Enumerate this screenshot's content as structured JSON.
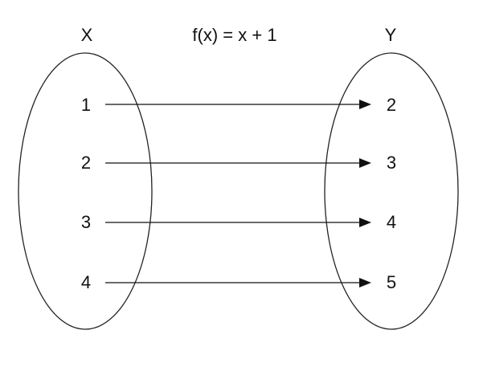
{
  "domain_x": {
    "label": "X",
    "elements": [
      "1",
      "2",
      "3",
      "4"
    ]
  },
  "domain_y": {
    "label": "Y",
    "elements": [
      "2",
      "3",
      "4",
      "5"
    ]
  },
  "function": {
    "label": "f(x) = x + 1"
  },
  "mappings": [
    {
      "from": "1",
      "to": "2"
    },
    {
      "from": "2",
      "to": "3"
    },
    {
      "from": "3",
      "to": "4"
    },
    {
      "from": "4",
      "to": "5"
    }
  ],
  "colors": {
    "stroke": "#222222",
    "text": "#111111"
  }
}
